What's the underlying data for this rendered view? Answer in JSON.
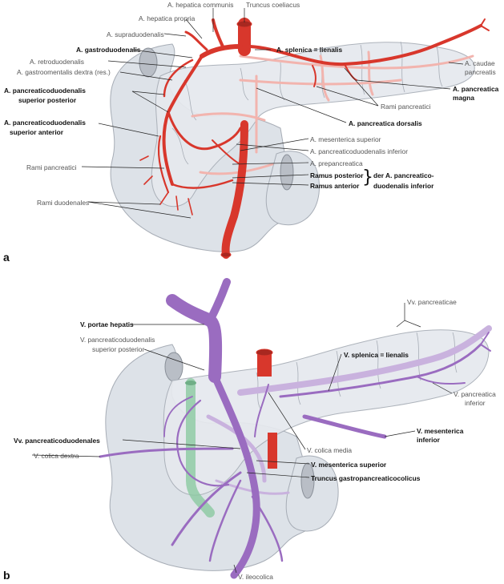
{
  "panels": {
    "a": "a",
    "b": "b"
  },
  "colors": {
    "artery": "#d8372c",
    "artery_light": "#f2b4ae",
    "vein": "#9a6cc0",
    "vein_light": "#c9b2de",
    "organ_fill": "#dde2e8",
    "organ_stroke": "#a7adb6",
    "bile_duct": "#8bc9a0",
    "leader": "#222222"
  },
  "panel_a_labels": {
    "hepatica_communis": "A. hepatica communis",
    "truncus_coeliacus": "Truncus coeliacus",
    "hepatica_propria": "A. hepatica propria",
    "supraduodenalis": "A. supraduodenalis",
    "gastroduodenalis": "A. gastroduodenalis",
    "splenica": "A. splenica = lienalis",
    "retroduodenalis": "A. retroduodenalis",
    "gastroomentalis": "A. gastroomentalis dextra (res.)",
    "caudae_1": "A. caudae",
    "caudae_2": "pancreatis",
    "pdsp_1": "A. pancreaticoduodenalis",
    "pdsp_2": "superior posterior",
    "pancreatica_magna_1": "A. pancreatica",
    "pancreatica_magna_2": "magna",
    "rami_pancreatici_right": "Rami pancreatici",
    "pdsa_1": "A. pancreaticoduodenalis",
    "pdsa_2": "superior anterior",
    "pancreatica_dorsalis": "A. pancreatica dorsalis",
    "mesenterica_superior": "A. mesenterica superior",
    "pdi": "A. pancreaticoduodenalis inferior",
    "rami_pancreatici_left": "Rami pancreatici",
    "prepancreatica": "A. prepancreatica",
    "ramus_posterior": "Ramus posterior",
    "ramus_anterior": "Ramus anterior",
    "der_1": "der A. pancreatico-",
    "der_2": "duodenalis inferior",
    "rami_duodenales": "Rami duodenales"
  },
  "panel_b_labels": {
    "vv_pancreaticae": "Vv. pancreaticae",
    "portae_hepatis": "V. portae hepatis",
    "vpdsp_1": "V. pancreaticoduodenalis",
    "vpdsp_2": "superior posterior",
    "splenica": "V. splenica = lienalis",
    "pancreatica_inferior_1": "V. pancreatica",
    "pancreatica_inferior_2": "inferior",
    "mesenterica_inferior_1": "V. mesenterica",
    "mesenterica_inferior_2": "inferior",
    "vv_pancreaticoduodenales": "Vv. pancreaticoduodenales",
    "colica_media": "V. colica media",
    "colica_dextra": "V. colica dextra",
    "mesenterica_superior": "V. mesenterica superior",
    "truncus_gastropancreaticocolicus": "Truncus gastropancreaticocolicus",
    "ileocolica": "V. ileocolica"
  }
}
